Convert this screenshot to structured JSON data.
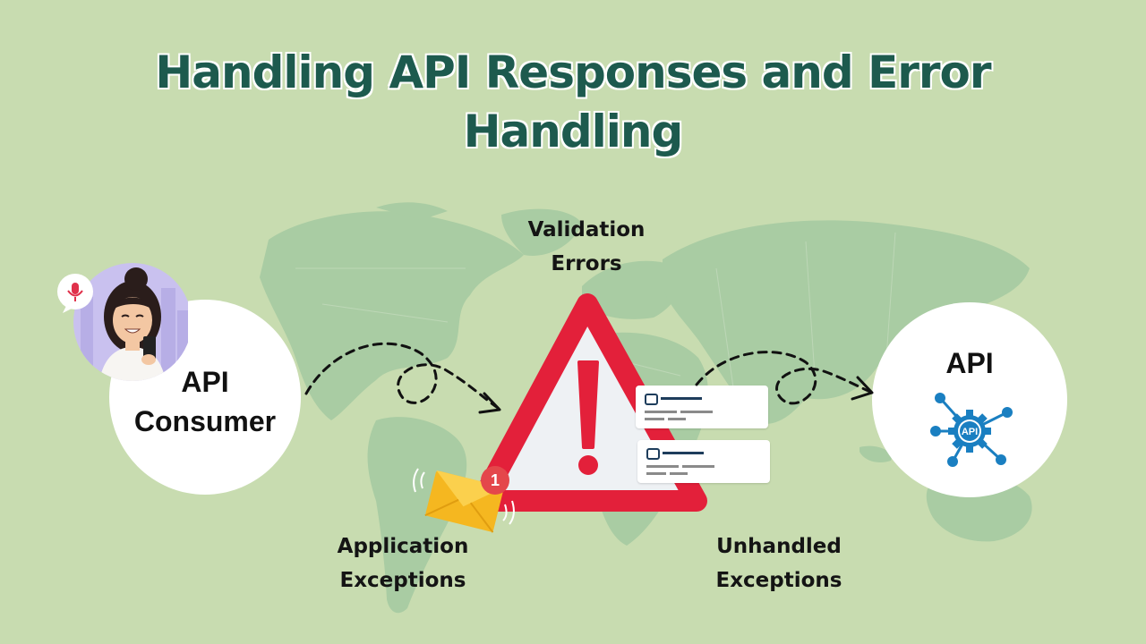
{
  "title": "Handling API Responses and Error Handling",
  "nodes": {
    "consumer": {
      "label_line1": "API",
      "label_line2": "Consumer"
    },
    "api": {
      "label": "API",
      "gear_text": "API"
    }
  },
  "error_types": {
    "validation": {
      "line1": "Validation",
      "line2": "Errors"
    },
    "application": {
      "line1": "Application",
      "line2": "Exceptions"
    },
    "unhandled": {
      "line1": "Unhandled",
      "line2": "Exceptions"
    }
  },
  "notification_badge": "1",
  "colors": {
    "background": "#c8dcb0",
    "map": "#a9cca3",
    "title": "#1d5a4e",
    "warning_red": "#e3203a",
    "api_blue": "#1a7fc1",
    "envelope": "#f5b720"
  },
  "icons": [
    "microphone-icon",
    "warning-triangle-icon",
    "envelope-icon",
    "api-gear-icon",
    "person-avatar"
  ]
}
